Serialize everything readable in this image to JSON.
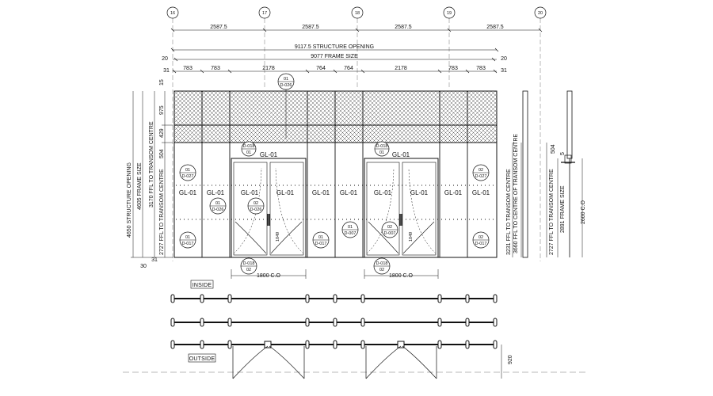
{
  "colors": {
    "line": "#111111",
    "background": "#ffffff",
    "hatch": "#555555"
  },
  "grid_numbers": [
    "16",
    "17",
    "18",
    "19",
    "20"
  ],
  "top_dims": [
    "2587.5",
    "2587.5",
    "2587.5",
    "2587.5"
  ],
  "structure_opening_h": "9117.5 STRUCTURE OPENING",
  "frame_size_h": "9077 FRAME SIZE",
  "frame_end": "20",
  "left_end": "31",
  "panel_dims": [
    "783",
    "783",
    "2178",
    "764",
    "764",
    "2178",
    "783",
    "783"
  ],
  "v_structure_opening": "4650 STRUCTURE OPENING",
  "v_frame_size": "4605 FRAME SIZE",
  "v_transom_centre": "3170 FFL TO TRANSOM CENTRE",
  "v_dim_15": "15",
  "v_dim_975": "975",
  "v_dim_429": "429",
  "v_dim_504": "504",
  "v_dim_2727": "2727 FFL TO TRANSOM CENTRE",
  "v_dim_31": "31",
  "v_dim_30": "30",
  "right_centre": "3660 FFL TO CENTRE OF TRANSOM CENTRE",
  "right_3231": "3231 FFL TO TRANSOM CENTRE",
  "side_2727": "2727 FFL TO TRANSOM CENTRE",
  "side_2891": "2891 FRAME SIZE",
  "side_2600": "2600 C.O",
  "side_504": "504",
  "side_5": "5",
  "glass_label": "GL-01",
  "tag_01": "01",
  "tag_02": "02",
  "d026": "D-026",
  "d027": "D-027",
  "d017": "D-017",
  "d007": "D-007",
  "d018": "D-018",
  "door_co": "1800 C.O",
  "door_h": "1049",
  "inside_label": "INSIDE",
  "outside_label": "OUTSIDE",
  "plan_dim": "920"
}
